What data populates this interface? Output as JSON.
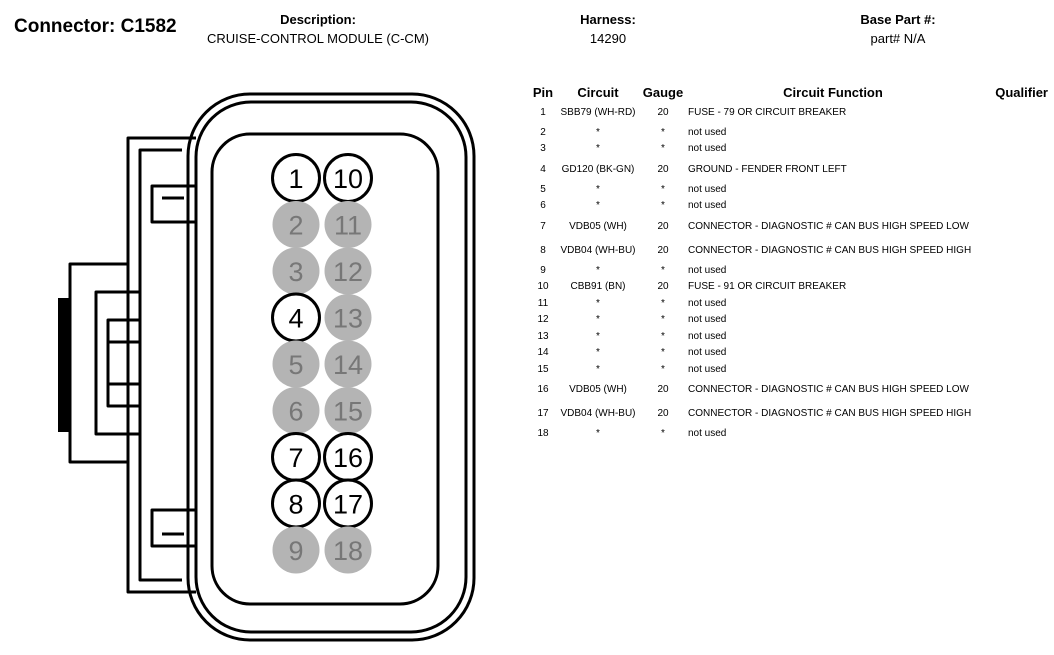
{
  "header": {
    "connector": "Connector: C1582",
    "description_label": "Description:",
    "description": "CRUISE-CONTROL MODULE (C-CM)",
    "harness_label": "Harness:",
    "harness": "14290",
    "base_part_label": "Base Part #:",
    "base_part": "part# N/A"
  },
  "connector_pins": [
    {
      "number": "1",
      "filled": false
    },
    {
      "number": "2",
      "filled": true
    },
    {
      "number": "3",
      "filled": true
    },
    {
      "number": "4",
      "filled": false
    },
    {
      "number": "5",
      "filled": true
    },
    {
      "number": "6",
      "filled": true
    },
    {
      "number": "7",
      "filled": false
    },
    {
      "number": "8",
      "filled": false
    },
    {
      "number": "9",
      "filled": true
    },
    {
      "number": "10",
      "filled": false
    },
    {
      "number": "11",
      "filled": true
    },
    {
      "number": "12",
      "filled": true
    },
    {
      "number": "13",
      "filled": true
    },
    {
      "number": "14",
      "filled": true
    },
    {
      "number": "15",
      "filled": true
    },
    {
      "number": "16",
      "filled": false
    },
    {
      "number": "17",
      "filled": false
    },
    {
      "number": "18",
      "filled": true
    }
  ],
  "colors": {
    "used_pin": "#ffffff",
    "unused_pin": "#b4b4b4",
    "outline": "#000000",
    "unused_text": "#777777"
  },
  "table": {
    "columns": {
      "pin": "Pin",
      "circuit": "Circuit",
      "gauge": "Gauge",
      "function": "Circuit Function",
      "qualifier": "Qualifier"
    },
    "rows": [
      {
        "pin": "1",
        "circuit": "SBB79 (WH-RD)",
        "gauge": "20",
        "function": "FUSE - 79 OR CIRCUIT BREAKER"
      },
      {
        "pin": "2",
        "circuit": "*",
        "gauge": "*",
        "function": "not used"
      },
      {
        "pin": "3",
        "circuit": "*",
        "gauge": "*",
        "function": "not used"
      },
      {
        "pin": "4",
        "circuit": "GD120 (BK-GN)",
        "gauge": "20",
        "function": "GROUND - FENDER FRONT LEFT"
      },
      {
        "pin": "5",
        "circuit": "*",
        "gauge": "*",
        "function": "not used"
      },
      {
        "pin": "6",
        "circuit": "*",
        "gauge": "*",
        "function": "not used"
      },
      {
        "pin": "7",
        "circuit": "VDB05 (WH)",
        "gauge": "20",
        "function": "CONNECTOR - DIAGNOSTIC # CAN BUS HIGH SPEED LOW"
      },
      {
        "pin": "8",
        "circuit": "VDB04 (WH-BU)",
        "gauge": "20",
        "function": "CONNECTOR - DIAGNOSTIC # CAN BUS HIGH SPEED HIGH"
      },
      {
        "pin": "9",
        "circuit": "*",
        "gauge": "*",
        "function": "not used"
      },
      {
        "pin": "10",
        "circuit": "CBB91 (BN)",
        "gauge": "20",
        "function": "FUSE - 91 OR CIRCUIT BREAKER"
      },
      {
        "pin": "11",
        "circuit": "*",
        "gauge": "*",
        "function": "not used"
      },
      {
        "pin": "12",
        "circuit": "*",
        "gauge": "*",
        "function": "not used"
      },
      {
        "pin": "13",
        "circuit": "*",
        "gauge": "*",
        "function": "not used"
      },
      {
        "pin": "14",
        "circuit": "*",
        "gauge": "*",
        "function": "not used"
      },
      {
        "pin": "15",
        "circuit": "*",
        "gauge": "*",
        "function": "not used"
      },
      {
        "pin": "16",
        "circuit": "VDB05 (WH)",
        "gauge": "20",
        "function": "CONNECTOR - DIAGNOSTIC # CAN BUS HIGH SPEED LOW"
      },
      {
        "pin": "17",
        "circuit": "VDB04 (WH-BU)",
        "gauge": "20",
        "function": "CONNECTOR - DIAGNOSTIC # CAN BUS HIGH SPEED HIGH"
      },
      {
        "pin": "18",
        "circuit": "*",
        "gauge": "*",
        "function": "not used"
      }
    ]
  }
}
